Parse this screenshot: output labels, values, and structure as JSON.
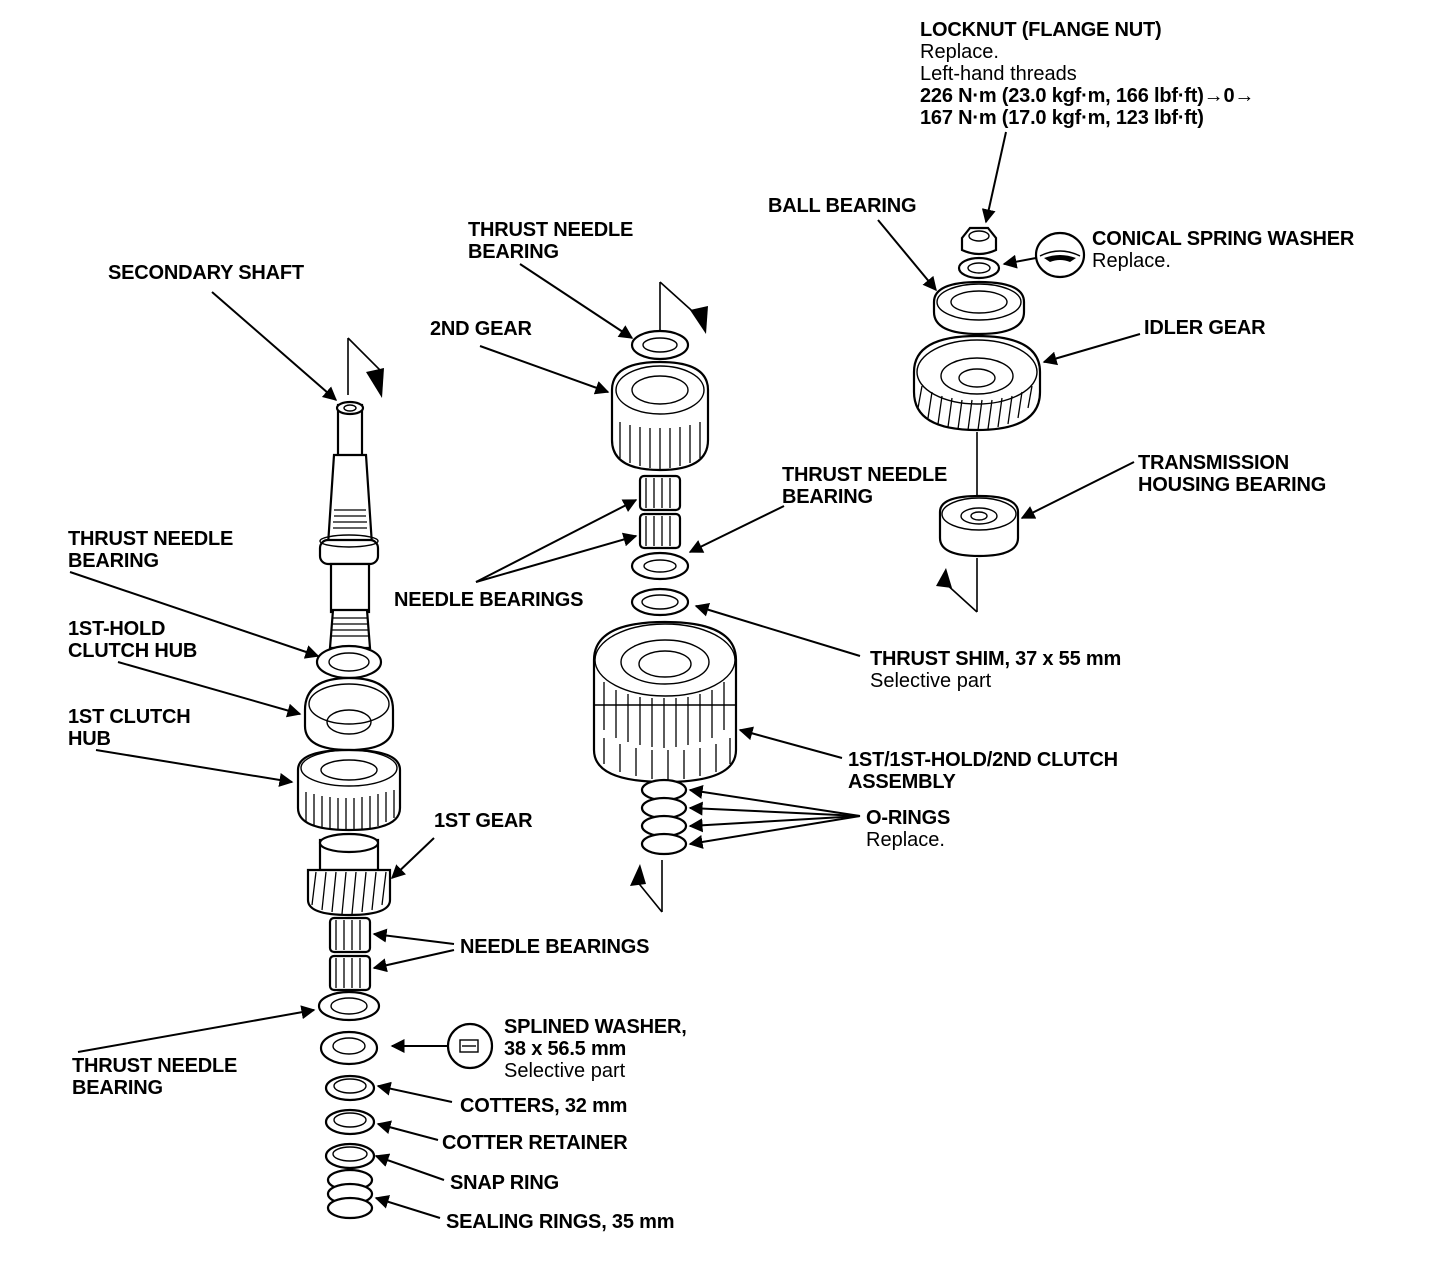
{
  "labels": {
    "secondary_shaft": "SECONDARY SHAFT",
    "thrust_needle_bearing_upper_line1": "THRUST NEEDLE",
    "thrust_needle_bearing_upper_line2": "BEARING",
    "hold_clutch_hub_line1": "1ST-HOLD",
    "hold_clutch_hub_line2": "CLUTCH HUB",
    "first_clutch_hub_line1": "1ST CLUTCH",
    "first_clutch_hub_line2": "HUB",
    "first_gear": "1ST GEAR",
    "needle_bearings_lower": "NEEDLE BEARINGS",
    "splined_washer_line1": "SPLINED WASHER,",
    "splined_washer_line2": "38 x 56.5 mm",
    "splined_washer_note": "Selective part",
    "thrust_needle_bearing_lower_line1": "THRUST NEEDLE",
    "thrust_needle_bearing_lower_line2": "BEARING",
    "cotters": "COTTERS, 32 mm",
    "cotter_retainer": "COTTER RETAINER",
    "snap_ring": "SNAP RING",
    "sealing_rings": "SEALING RINGS, 35 mm",
    "thrust_needle_bearing_top_line1": "THRUST NEEDLE",
    "thrust_needle_bearing_top_line2": "BEARING",
    "second_gear": "2ND GEAR",
    "thrust_needle_bearing_mid_line1": "THRUST NEEDLE",
    "thrust_needle_bearing_mid_line2": "BEARING",
    "needle_bearings_mid": "NEEDLE BEARINGS",
    "thrust_shim": "THRUST SHIM, 37 x 55 mm",
    "thrust_shim_note": "Selective part",
    "clutch_assembly_line1": "1ST/1ST-HOLD/2ND CLUTCH",
    "clutch_assembly_line2": "ASSEMBLY",
    "o_rings": "O-RINGS",
    "o_rings_note": "Replace.",
    "locknut_title": "LOCKNUT (FLANGE NUT)",
    "locknut_note1": "Replace.",
    "locknut_note2": "Left-hand threads",
    "locknut_torque1": "226 N·m (23.0 kgf·m, 166 lbf·ft)→0→",
    "locknut_torque2": "167 N·m (17.0 kgf·m, 123 lbf·ft)",
    "ball_bearing": "BALL BEARING",
    "conical_spring_washer": "CONICAL SPRING WASHER",
    "conical_spring_washer_note": "Replace.",
    "idler_gear": "IDLER GEAR",
    "transmission_housing_bearing_line1": "TRANSMISSION",
    "transmission_housing_bearing_line2": "HOUSING BEARING"
  },
  "colors": {
    "ink": "#000000",
    "paper": "#ffffff"
  }
}
